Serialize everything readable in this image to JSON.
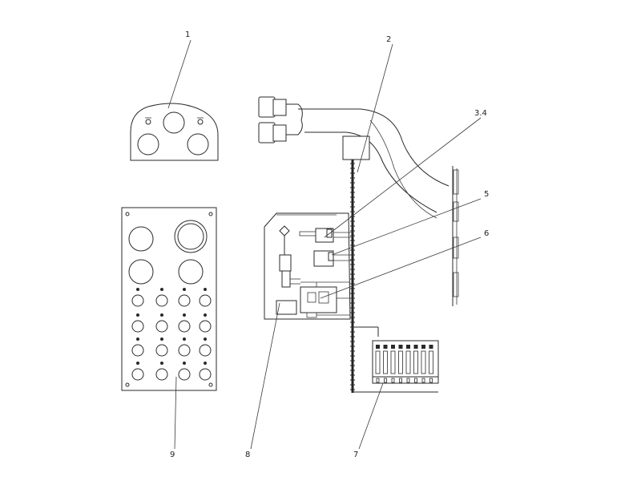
{
  "callouts": {
    "c1": "1",
    "c2": "2",
    "c34": "3.4",
    "c5": "5",
    "c6": "6",
    "c7": "7",
    "c8": "8",
    "c9": "9"
  },
  "colors": {
    "line": "#2a2a2a",
    "background": "#ffffff"
  },
  "components": [
    "instrument-cluster-panel",
    "wiring-harness",
    "relay-assemblies",
    "relay-box",
    "fuse-block",
    "mounting-bracket",
    "switch-panel"
  ]
}
